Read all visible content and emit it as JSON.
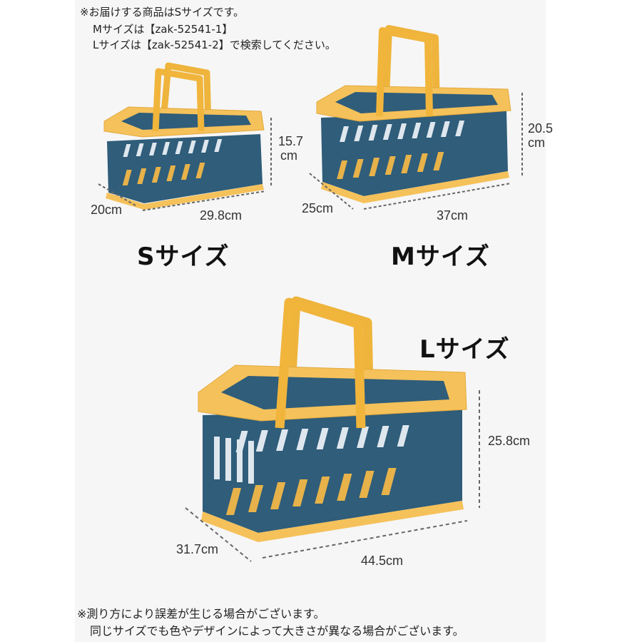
{
  "top_notes": [
    "※お届けする商品はSサイズです。",
    "Mサイズは【zak-52541-1】",
    "Lサイズは【zak-52541-2】で検索してください。"
  ],
  "bottom_notes": [
    "※測り方により誤差が生じる場合がございます。",
    "同じサイズでも色やデザインによって大きさが異なる場合がございます。"
  ],
  "products": {
    "s": {
      "title": "Sサイズ",
      "height": "15.7",
      "height_unit": "cm",
      "depth": "20cm",
      "width": "29.8cm"
    },
    "m": {
      "title": "Mサイズ",
      "height": "20.5",
      "height_unit": "cm",
      "depth": "25cm",
      "width": "37cm"
    },
    "l": {
      "title": "Lサイズ",
      "height": "25.8cm",
      "depth": "31.7cm",
      "width": "44.5cm"
    }
  },
  "colors": {
    "frame": "#f5c15a",
    "handle": "#eeb43c",
    "body": "#2f5d7a",
    "slot": "#e7b24a",
    "dash": "#666666"
  }
}
